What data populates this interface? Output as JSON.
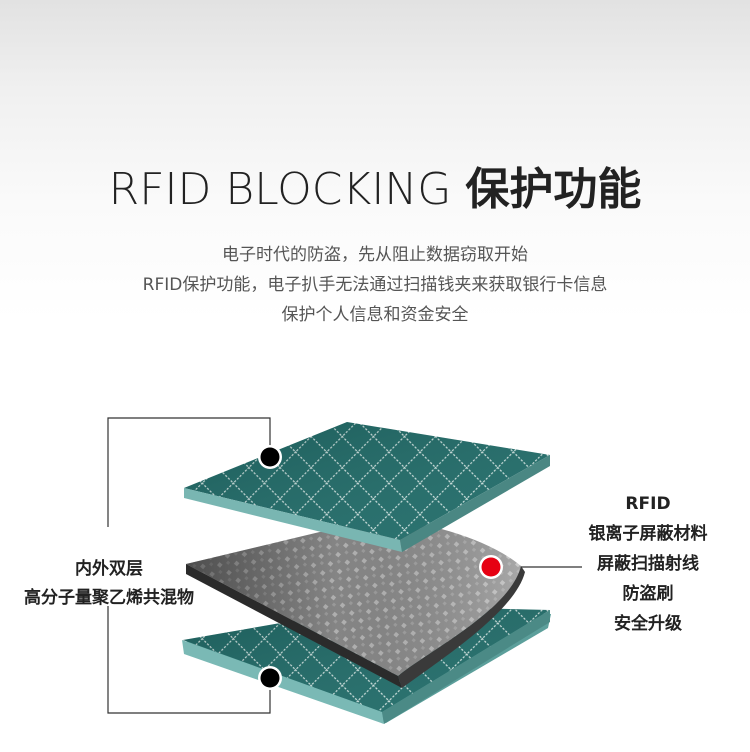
{
  "header": {
    "title_en": "RFID BLOCKING",
    "title_cn": "保护功能"
  },
  "description": {
    "line1": "电子时代的防盗，先从阻止数据窃取开始",
    "line2": "RFID保护功能，电子扒手无法通过扫描钱夹来获取银行卡信息",
    "line3": "保护个人信息和资金安全"
  },
  "left_callout": {
    "line1": "内外双层",
    "line2": "高分子量聚乙烯共混物"
  },
  "right_callout": {
    "line1": "RFID",
    "line2": "银离子屏蔽材料",
    "line3": "屏蔽扫描射线",
    "line4": "防盗刷",
    "line5": "安全升级"
  },
  "colors": {
    "teal": "#21706c",
    "teal_light": "#6fb3b0",
    "silver": "#9a9a9a",
    "marker_black": "#000000",
    "marker_red": "#e60012"
  }
}
